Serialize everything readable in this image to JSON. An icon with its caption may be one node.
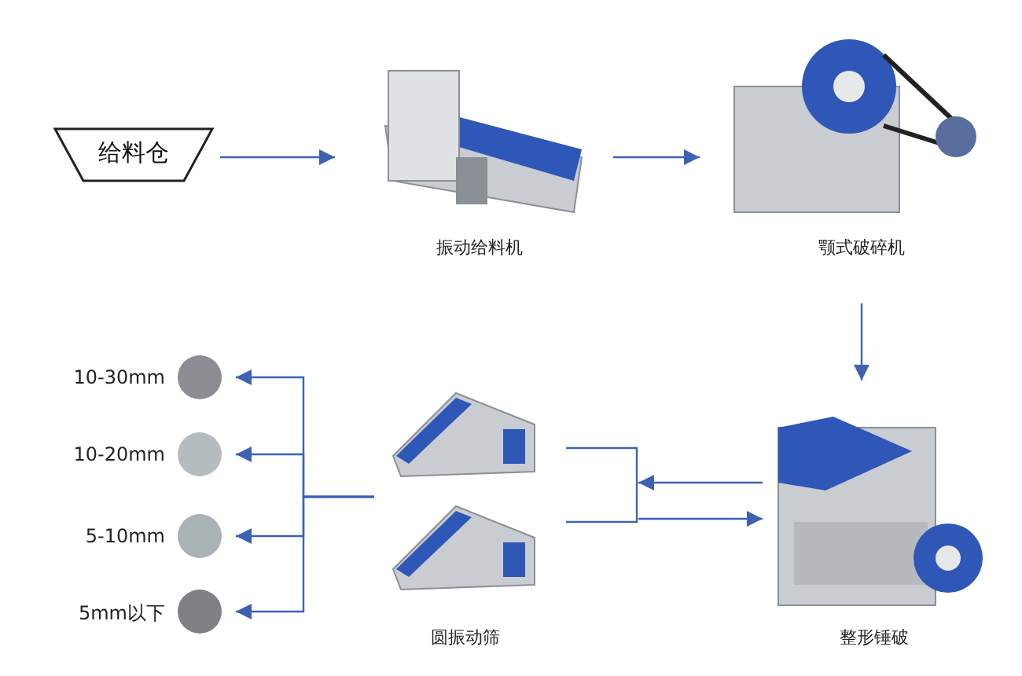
{
  "diagram": {
    "nodes": [
      {
        "text": [
          "给料仓"
        ]
      },
      {
        "text": [],
        "shape": "picture",
        "beside": [
          "振动给料机"
        ]
      },
      {
        "text": [],
        "shape": "picture",
        "beside": [
          "颚式破碎机"
        ]
      },
      {
        "text": [],
        "shape": "picture",
        "beside": [
          "整形锤破"
        ]
      },
      {
        "text": [],
        "shape": "picture",
        "beside": [
          "圆振动筛"
        ]
      },
      {
        "text": [],
        "shape": "circle",
        "beside": [
          "10-30mm"
        ]
      },
      {
        "text": [],
        "shape": "circle",
        "beside": [
          "10-20mm"
        ]
      },
      {
        "text": [],
        "shape": "circle",
        "beside": [
          "5-10mm"
        ]
      },
      {
        "text": [],
        "shape": "circle",
        "beside": [
          "5mm以下"
        ]
      }
    ],
    "edges": [
      {
        "from": 0,
        "to": 1,
        "arrow": "to"
      },
      {
        "from": 1,
        "to": 2,
        "arrow": "to"
      },
      {
        "from": 2,
        "to": 3,
        "arrow": "to"
      },
      {
        "from": 3,
        "to": 4,
        "arrow": "to"
      },
      {
        "from": 4,
        "to": 3,
        "arrow": "to"
      },
      {
        "from": 4,
        "to": 5,
        "arrow": "to"
      },
      {
        "from": 4,
        "to": 6,
        "arrow": "to"
      },
      {
        "from": 4,
        "to": 7,
        "arrow": "to"
      },
      {
        "from": 4,
        "to": 8,
        "arrow": "to"
      }
    ]
  }
}
